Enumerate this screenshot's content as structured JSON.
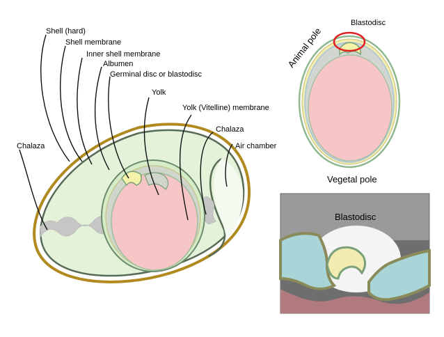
{
  "egg_labels": {
    "shell": "Shell (hard)",
    "shell_membrane": "Shell membrane",
    "inner_shell_membrane": "Inner shell membrane",
    "albumen": "Albumen",
    "germinal_disc": "Germinal disc or blastodisc",
    "yolk": "Yolk",
    "vitelline_membrane": "Yolk (Vitelline) membrane",
    "chalaza_right": "Chalaza",
    "air_chamber": "Air chamber",
    "chalaza_left": "Chalaza"
  },
  "yolk_detail": {
    "blastodisc": "Blastodisc",
    "animal_pole": "Animal pole",
    "vegetal_pole": "Vegetal pole"
  },
  "zoom": {
    "blastodisc": "Blastodisc"
  },
  "colors": {
    "shell": "#b08a1e",
    "albumen": "#e4f2da",
    "yolk": "#f6c5c5",
    "highlight": "#e02020"
  }
}
